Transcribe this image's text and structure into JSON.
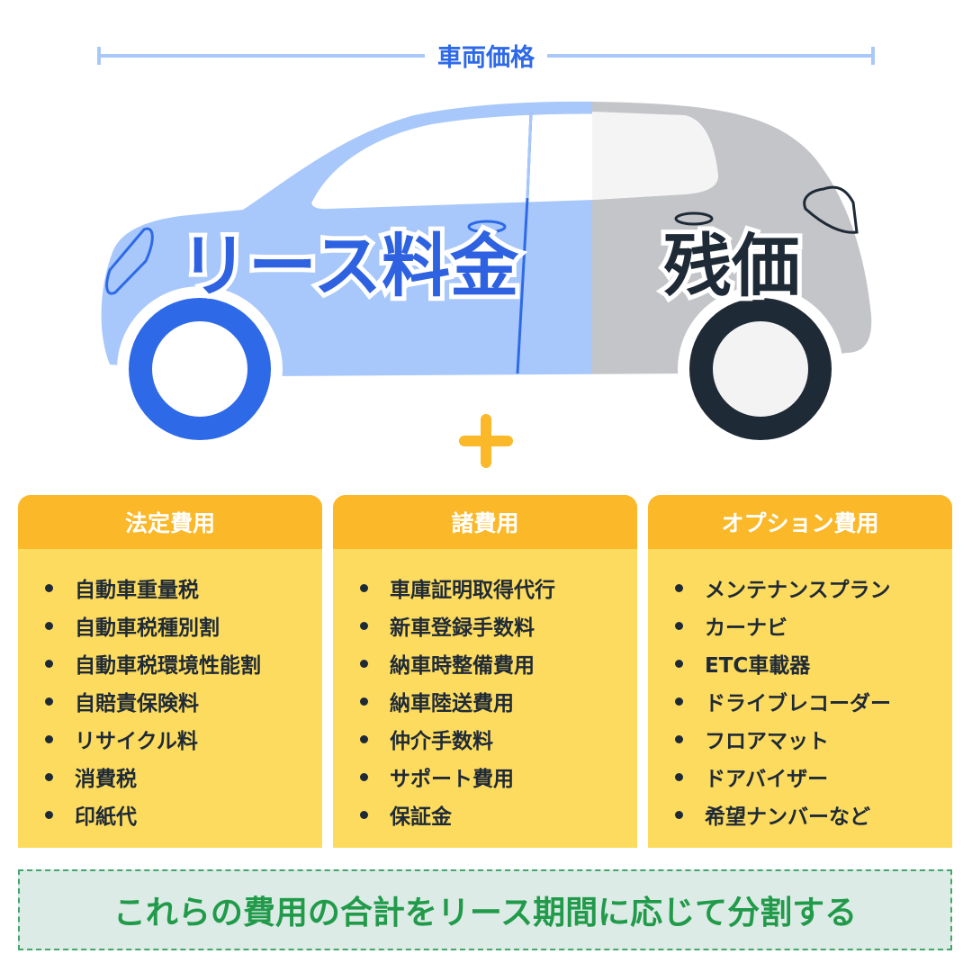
{
  "header": {
    "title": "車両価格"
  },
  "car": {
    "lease_label": "リース料金",
    "residual_label": "残価"
  },
  "colors": {
    "blue": "#2e6ae8",
    "light_blue": "#a8c8fb",
    "gray": "#c4c5c8",
    "dark": "#1f2a37",
    "yellow": "#fbb829",
    "light_yellow": "#fddb5e",
    "green": "#219a4a"
  },
  "columns": [
    {
      "title": "法定費用",
      "items": [
        "自動車重量税",
        "自動車税種別割",
        "自動車税環境性能割",
        "自賠責保険料",
        "リサイクル料",
        "消費税",
        "印紙代"
      ]
    },
    {
      "title": "諸費用",
      "items": [
        "車庫証明取得代行",
        "新車登録手数料",
        "納車時整備費用",
        "納車陸送費用",
        "仲介手数料",
        "サポート費用",
        "保証金"
      ]
    },
    {
      "title": "オプション費用",
      "items": [
        "メンテナンスプラン",
        "カーナビ",
        "ETC車載器",
        "ドライブレコーダー",
        "フロアマット",
        "ドアバイザー",
        "希望ナンバーなど"
      ]
    }
  ],
  "summary": "これらの費用の合計をリース期間に応じて分割する"
}
